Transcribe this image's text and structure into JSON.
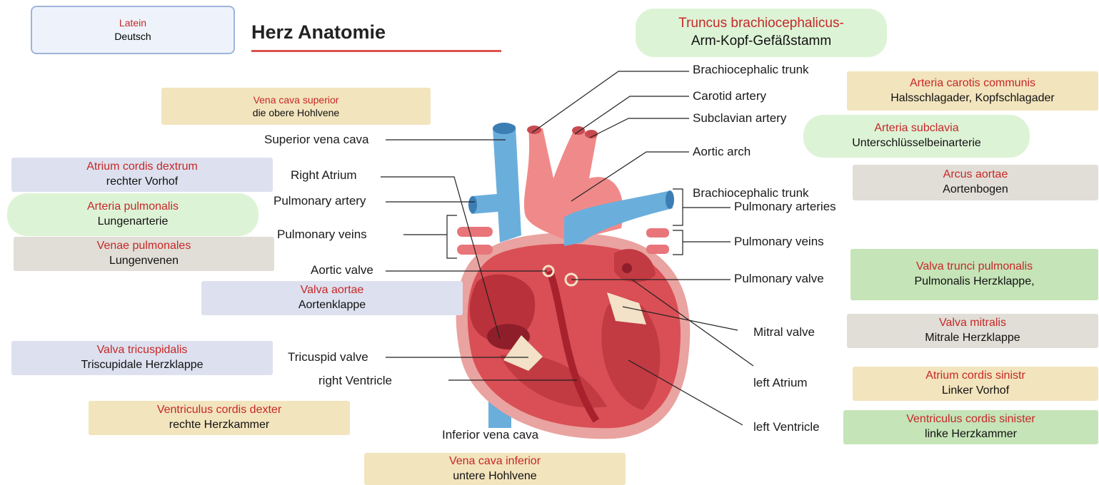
{
  "legend": {
    "latin": "Latein",
    "german": "Deutsch"
  },
  "title": "Herz Anatomie",
  "boxes": {
    "truncus": {
      "latin": "Truncus brachiocephalicus-",
      "german": "Arm-Kopf-Gefäßstamm"
    },
    "vena_cava_superior": {
      "latin": "Vena cava superior",
      "german": "die obere Hohlvene"
    },
    "atrium_dextrum": {
      "latin": "Atrium cordis dextrum",
      "german": "rechter Vorhof"
    },
    "arteria_pulmonalis": {
      "latin": "Arteria pulmonalis",
      "german": "Lungenarterie"
    },
    "venae_pulmonales": {
      "latin": "Venae pulmonales",
      "german": "Lungenvenen"
    },
    "valva_aortae": {
      "latin": "Valva aortae",
      "german": "Aortenklappe"
    },
    "valva_tricuspidalis": {
      "latin": "Valva tricuspidalis",
      "german": "Triscupidale  Herzklappe"
    },
    "ventriculus_dexter": {
      "latin": "Ventriculus cordis dexter",
      "german": "rechte Herzkammer"
    },
    "vena_cava_inferior": {
      "latin": "Vena cava inferior",
      "german": "untere Hohlvene"
    },
    "arteria_carotis": {
      "latin": "Arteria carotis communis",
      "german": "Halsschlagader, Kopfschlagader"
    },
    "arteria_subclavia": {
      "latin": "Arteria subclavia",
      "german": "Unterschlüsselbeinarterie"
    },
    "arcus_aortae": {
      "latin": "Arcus aortae",
      "german": "Aortenbogen"
    },
    "valva_trunci": {
      "latin": "Valva trunci pulmonalis",
      "german": "Pulmonalis Herzklappe,"
    },
    "valva_mitralis": {
      "latin": "Valva mitralis",
      "german": "Mitrale Herzklappe"
    },
    "atrium_sinistr": {
      "latin": "Atrium cordis sinistr",
      "german": "Linker Vorhof"
    },
    "ventriculus_sinister": {
      "latin": "Ventriculus cordis sinister",
      "german": "linke Herzkammer"
    }
  },
  "labels": {
    "brachiocephalic_trunk_top": "Brachiocephalic trunk",
    "carotid_artery": "Carotid artery",
    "subclavian_artery": "Subclavian artery",
    "aortic_arch": "Aortic arch",
    "brachiocephalic_trunk_mid": "Brachiocephalic trunk",
    "pulmonary_arteries": "Pulmonary arteries",
    "pulmonary_veins_right": "Pulmonary veins",
    "pulmonary_valve": "Pulmonary valve",
    "mitral_valve": "Mitral valve",
    "left_atrium": "left Atrium",
    "left_ventricle": "left Ventricle",
    "superior_vena_cava": "Superior vena cava",
    "right_atrium": "Right Atrium",
    "pulmonary_artery": "Pulmonary artery",
    "pulmonary_veins_left": "Pulmonary veins",
    "aortic_valve": "Aortic valve",
    "tricuspid_valve": "Tricuspid valve",
    "right_ventricle": "right Ventricle",
    "inferior_vena_cava": "Inferior vena cava"
  },
  "colors": {
    "latin_text": "#c62828",
    "artery": "#f08a8a",
    "vein": "#6aaedc",
    "muscle": "#d94f55",
    "title_underline": "#d9534f"
  }
}
